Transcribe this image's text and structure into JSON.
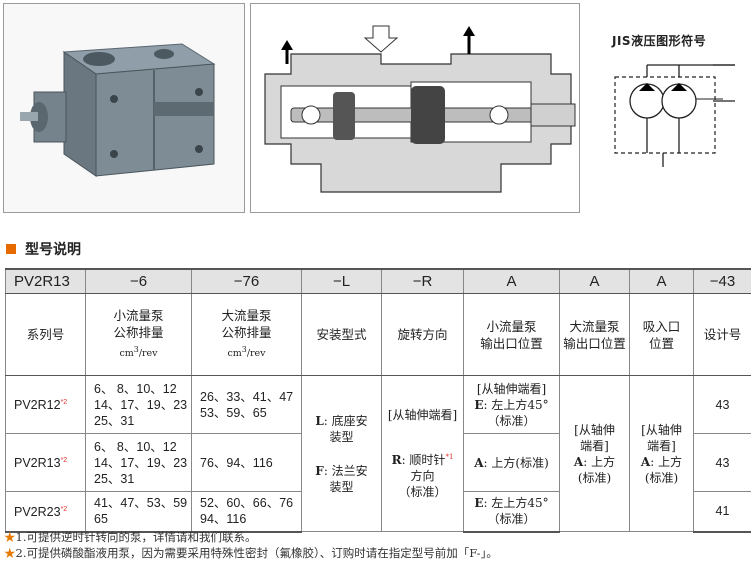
{
  "symbol_title": "JIS液压图形符号",
  "section_title": "型号说明",
  "code_row": [
    "PV2R13",
    "−6",
    "−76",
    "−L",
    "−R",
    "A",
    "A",
    "A",
    "−43"
  ],
  "headers": {
    "series": "系列号",
    "small_disp": [
      "小流量泵",
      "公称排量"
    ],
    "large_disp": [
      "大流量泵",
      "公称排量"
    ],
    "unit_base": "cm",
    "unit_exp": "3",
    "unit_tail": "/rev",
    "mounting": "安装型式",
    "rotation": "旋转方向",
    "small_outlet": [
      "小流量泵",
      "输出口位置"
    ],
    "large_outlet": [
      "大流量泵",
      "输出口位置"
    ],
    "inlet": [
      "吸入口",
      "位置"
    ],
    "design": "设计号"
  },
  "rows": [
    {
      "model": "PV2R12",
      "mark": "*2",
      "small": [
        "6、 8、10、12",
        "14、17、19、23",
        "25、31"
      ],
      "large": [
        "26、33、41、47",
        "53、59、65"
      ],
      "design": "43"
    },
    {
      "model": "PV2R13",
      "mark": "*2",
      "small": [
        "6、 8、10、12",
        "14、17、19、23",
        "25、31"
      ],
      "large": [
        "76、94、116"
      ],
      "design": "43"
    },
    {
      "model": "PV2R23",
      "mark": "*2",
      "small": [
        "41、47、53、59",
        "65"
      ],
      "large": [
        "52、60、66、76",
        "94、116"
      ],
      "design": "41"
    }
  ],
  "mounting": {
    "l_code": "L",
    "l_text1": ": 底座安",
    "l_text2": "装型",
    "f_code": "F",
    "f_text1": ": 法兰安",
    "f_text2": "装型"
  },
  "rotation": {
    "view": "[从轴伸端看]",
    "r_code": "R",
    "r_text1": ": 顺时针",
    "r_mark": "*1",
    "r_text2": "方向",
    "r_text3": "（标准）"
  },
  "small_outlet": {
    "row1": [
      "[从轴伸端看]",
      "E",
      ": 左上方45°",
      "（标准）"
    ],
    "row2": [
      "A",
      ": 上方(标准)"
    ],
    "row3": [
      "E",
      ": 左上方45°",
      "（标准）"
    ]
  },
  "large_outlet": [
    "[从轴伸",
    "端看]",
    "A",
    ": 上方",
    "(标准)"
  ],
  "inlet": [
    "[从轴伸",
    "端看]",
    "A",
    ": 上方",
    "(标准)"
  ],
  "notes": [
    {
      "star": "★",
      "text": "1.可提供逆时针转向的泵，详情请和我们联系。"
    },
    {
      "star": "★",
      "text": "2.可提供磷酸酯液用泵，因为需要采用特殊性密封（氟橡胶）、订购时请在指定型号前加「F-」。"
    }
  ],
  "colors": {
    "accent": "#e66a00",
    "mark": "#e0302b",
    "header_bg": "#e3e3e3"
  }
}
